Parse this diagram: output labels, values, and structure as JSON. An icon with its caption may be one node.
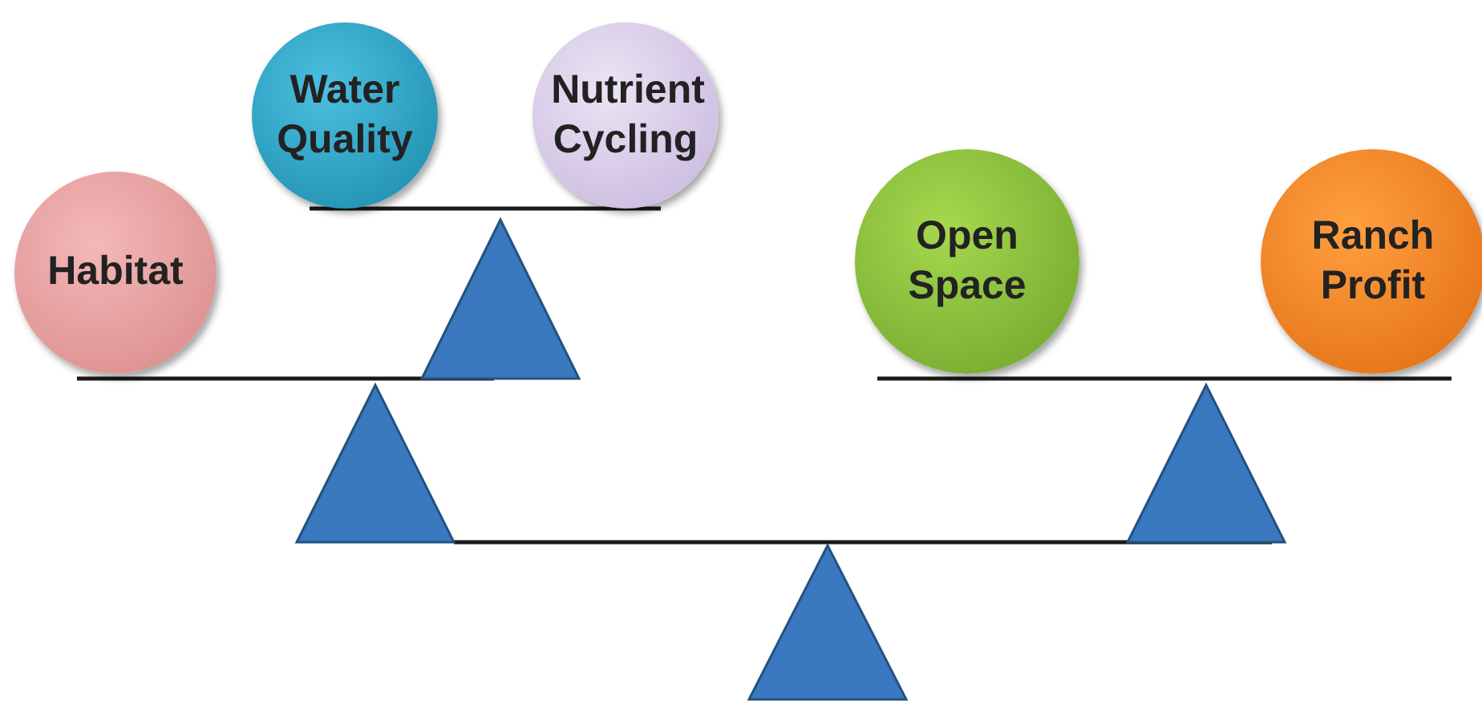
{
  "diagram": {
    "nodes": [
      {
        "text": [
          "Habitat"
        ]
      },
      {
        "text": [
          "Water Quality"
        ]
      },
      {
        "text": [
          "Nutrient Cycling"
        ]
      },
      {
        "text": [
          "Open Space"
        ]
      },
      {
        "text": [
          "Ranch Profit"
        ]
      }
    ]
  }
}
